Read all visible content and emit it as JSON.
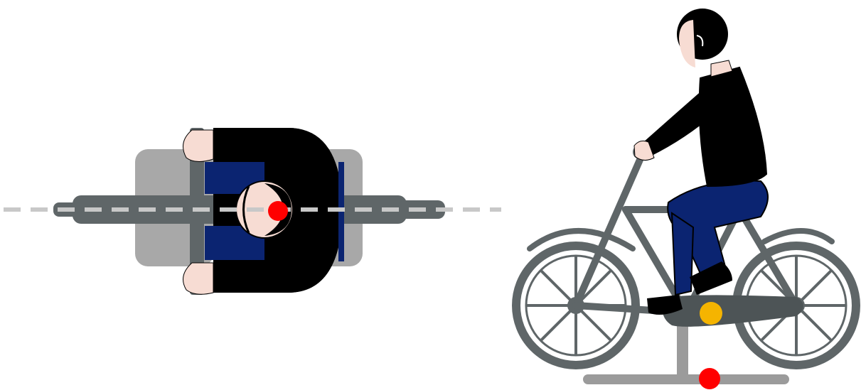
{
  "figure": {
    "panels": [
      {
        "id": "top-view",
        "subject": "cyclist-top-view"
      },
      {
        "id": "side-view",
        "subject": "cyclist-side-view"
      }
    ],
    "markers": [
      {
        "name": "reference-point-red",
        "color": "#ff0000"
      },
      {
        "name": "crank-point-yellow",
        "color": "#f5b400"
      },
      {
        "name": "ground-point-red",
        "color": "#ff0000"
      }
    ],
    "colors": {
      "bike_frame": "#5f6668",
      "tire_gray": "#a8a8a8",
      "rider_black": "#000000",
      "pants_navy": "#0b2471",
      "skin": "#f7dcd3",
      "dash_line": "#c8c8c8",
      "stand_gray": "#9b9b9b"
    }
  }
}
